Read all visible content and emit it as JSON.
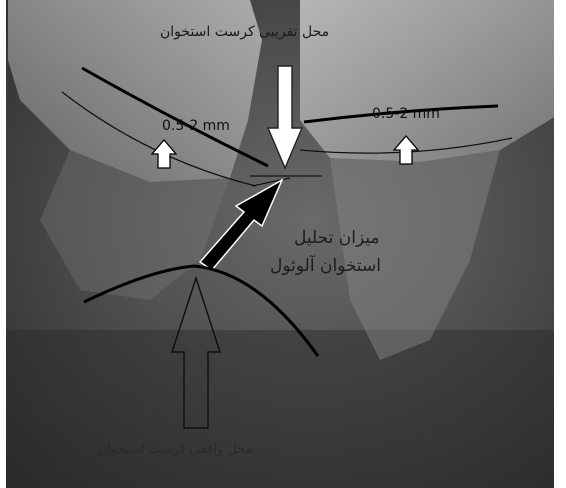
{
  "figure": {
    "label_top": "محل تقریبی کرست استخوان",
    "measurement_left": "0.5-2 mm",
    "measurement_right": "0.5-2 mm",
    "label_middle_line1": "میزان تحلیل",
    "label_middle_line2": "استخوان آلوئول",
    "label_bottom": "محل واقعی کرست استخوان"
  },
  "colors": {
    "background_light": "#d6d6d6",
    "background_dark": "#3a3a3a",
    "line": "#000000",
    "arrow_fill": "#ffffff"
  }
}
